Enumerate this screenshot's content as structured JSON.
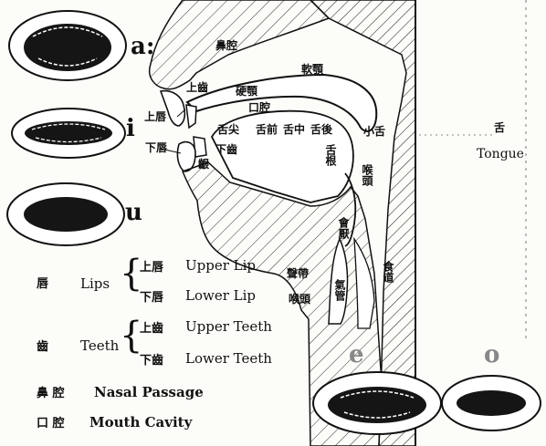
{
  "vowels": {
    "a": "a:",
    "i": "i",
    "u": "u",
    "e": "e",
    "o": "o"
  },
  "organs": {
    "nasal": "鼻腔",
    "upper_lip": "上唇",
    "lower_lip": "下唇",
    "upper_teeth": "上齒",
    "lower_teeth": "下齒",
    "gum": "齦",
    "hard_palate": "硬顎",
    "soft_palate": "軟顎",
    "oral_cavity": "口腔",
    "tongue_tip": "舌尖",
    "tongue_front": "舌前",
    "tongue_middle": "舌中",
    "tongue_back": "舌後",
    "tongue_root": "舌根",
    "uvula": "小舌",
    "pharynx": "喉頭",
    "epiglottis": "會厭",
    "vocal_cords": "聲帶",
    "larynx": "喉頭",
    "gullet": "食道",
    "windpipe": "氣管"
  },
  "tongue_side": {
    "zh": "舌",
    "en": "Tongue"
  },
  "legend": {
    "lips": {
      "zh": "唇",
      "en": "Lips",
      "upper_zh": "上唇",
      "upper_en": "Upper Lip",
      "lower_zh": "下唇",
      "lower_en": "Lower Lip"
    },
    "teeth": {
      "zh": "齒",
      "en": "Teeth",
      "upper_zh": "上齒",
      "upper_en": "Upper Teeth",
      "lower_zh": "下齒",
      "lower_en": "Lower Teeth"
    },
    "nasal": {
      "zh": "鼻 腔",
      "en": "Nasal Passage"
    },
    "mouth": {
      "zh": "口 腔",
      "en": "Mouth Cavity"
    }
  }
}
